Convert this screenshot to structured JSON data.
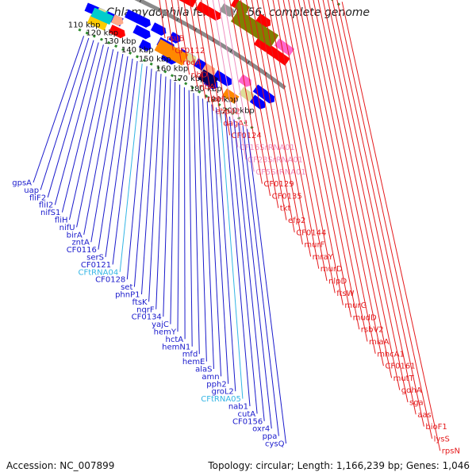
{
  "title": "Chlamydophila felis Fe/C-56, complete genome",
  "footer": {
    "accession": "Accession: NC_007899",
    "summary": "Topology: circular; Length: 1,166,239 bp; Genes: 1,046"
  },
  "colors": {
    "backbone": "#8a8a8a",
    "dots": "#2e8b2e",
    "forward_label": "#e41a1c",
    "reverse_label": "#1a1acc",
    "rna_label": "#f08fc0",
    "trna_label": "#33b5e5"
  },
  "ticks": [
    "110 kbp",
    "120 kbp",
    "130 kbp",
    "140 kbp",
    "150 kbp",
    "160 kbp",
    "170 kbp",
    "180 kbp",
    "190 kbp",
    "200 kbp"
  ],
  "forward_labels": [
    "rsuB",
    "CF0112",
    "rodA",
    "ribD",
    "ribA",
    "ribH",
    "ebp02",
    "dagA1",
    "CF0124",
    "CF16SrRNA01",
    "CF23SrRNA01",
    "CF5SrRNA01",
    "CF0129",
    "CF0135",
    "tkt",
    "efp2",
    "CF0144",
    "murF",
    "mraY",
    "murD",
    "nlpD",
    "ftsW",
    "murG",
    "mudD",
    "rsbV2",
    "miaA",
    "mhcA1",
    "CF0161",
    "mutT",
    "gdhA",
    "sga",
    "aas",
    "bioF1",
    "lysS",
    "rpsN"
  ],
  "reverse_labels": [
    "gpsA",
    "uap",
    "fliF2",
    "fliI2",
    "nifS1",
    "fliH",
    "nifU",
    "birA",
    "zntA",
    "CF0116",
    "serS",
    "CF0121",
    "CFtRNA04",
    "CF0128",
    "set",
    "phnP1",
    "ftsK",
    "nqrF",
    "CF0134",
    "yajC",
    "hemY",
    "hctA",
    "hemN1",
    "mfd",
    "hemE",
    "alaS",
    "amn",
    "pph2",
    "groL2",
    "CFtRNA05",
    "nab1",
    "cutA",
    "CF0156",
    "oxr4",
    "ppa",
    "cysQ"
  ]
}
